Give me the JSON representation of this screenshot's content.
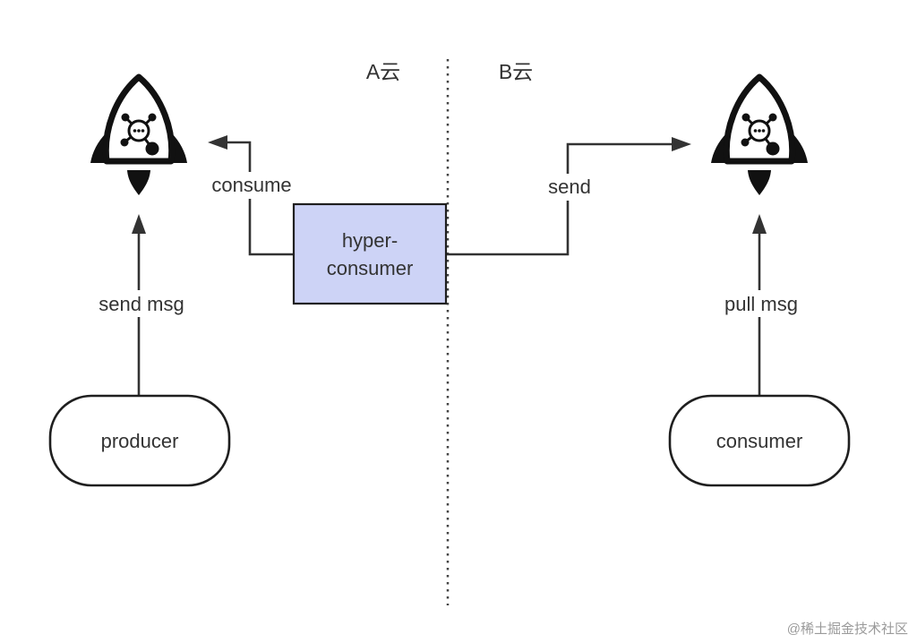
{
  "regions": {
    "left": "A云",
    "right": "B云"
  },
  "nodes": {
    "hyper_consumer_line1": "hyper-",
    "hyper_consumer_line2": "consumer",
    "producer": "producer",
    "consumer": "consumer"
  },
  "edges": {
    "consume": "consume",
    "send": "send",
    "send_msg": "send msg",
    "pull_msg": "pull msg"
  },
  "icons": {
    "left_broker": "rocket-icon",
    "right_broker": "rocket-icon"
  },
  "colors": {
    "box_fill": "#cdd3f6",
    "line": "#333333",
    "divider": "#444444"
  },
  "watermark": "@稀土掘金技术社区"
}
